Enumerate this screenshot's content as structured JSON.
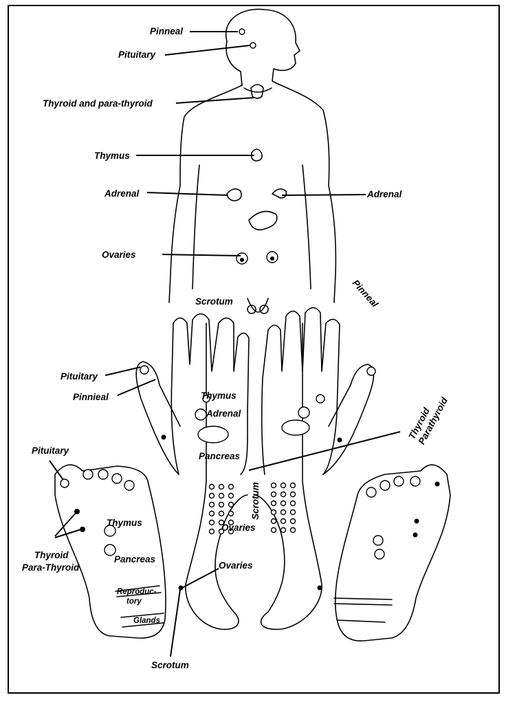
{
  "title": "Endocrine glands and their reflex points on hands and feet",
  "body_labels": {
    "pinneal": "Pinneal",
    "pituitary": "Pituitary",
    "thyroid": "Thyroid and para-thyroid",
    "thymus": "Thymus",
    "adrenal_left": "Adrenal",
    "adrenal_right": "Adrenal",
    "ovaries": "Ovaries",
    "scrotum": "Scrotum",
    "pinneal_rotated": "Pinneal"
  },
  "hand_labels": {
    "pituitary": "Pituitary",
    "pinnieal": "Pinnieal",
    "thymus": "Thymus",
    "adrenal": "Adrenal",
    "pancreas": "Pancreas",
    "thyroid_line1": "Thyroid",
    "thyroid_line2": "Parathyroid",
    "scrotum": "Scrotum",
    "ovaries": "Ovaries"
  },
  "foot_labels": {
    "pituitary": "Pituitary",
    "thyroid_line1": "Thyroid",
    "thyroid_line2": "Para-Thyroid",
    "thymus": "Thymus",
    "pancreas": "Pancreas",
    "reproductory_line1": "Reproduc-",
    "reproductory_line2": "tory",
    "glands": "Glands",
    "ovaries": "Ovaries",
    "scrotum": "Scrotum"
  }
}
